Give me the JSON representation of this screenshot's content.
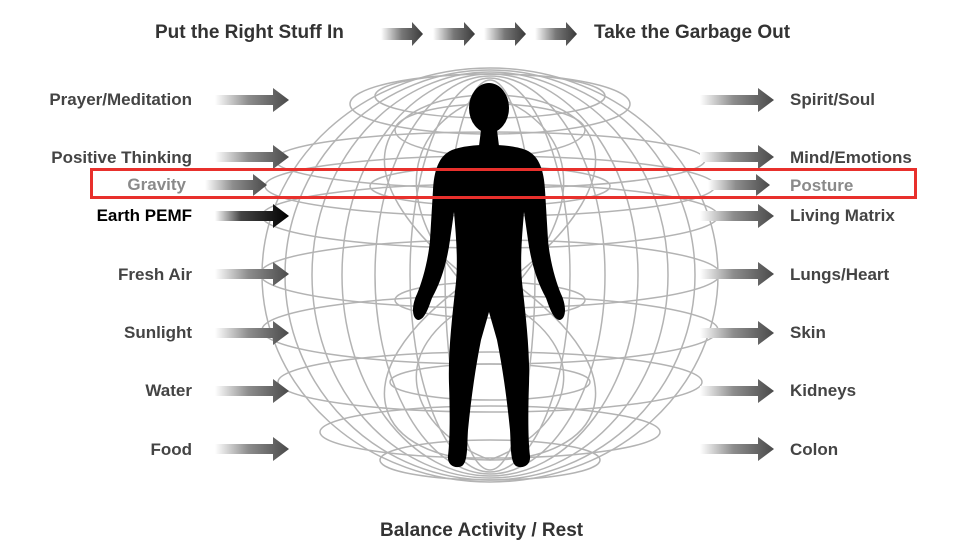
{
  "header": {
    "left_title": "Put the Right Stuff In",
    "right_title": "Take the Garbage Out"
  },
  "footer": {
    "title": "Balance Activity / Rest"
  },
  "inputs": [
    "Prayer/Meditation",
    "Positive Thinking",
    "Gravity",
    "Earth PEMF",
    "Fresh Air",
    "Sunlight",
    "Water",
    "Food"
  ],
  "outputs": [
    "Spirit/Soul",
    "Mind/Emotions",
    "Posture",
    "Living Matrix",
    "Lungs/Heart",
    "Skin",
    "Kidneys",
    "Colon"
  ],
  "highlight": {
    "color": "#e8302c",
    "row": "Gravity / Posture"
  },
  "colors": {
    "text": "#444444",
    "arrow": "#555555",
    "earth_arrow": "#000000",
    "field_lines": "#b0b0b0",
    "figure": "#000000"
  }
}
